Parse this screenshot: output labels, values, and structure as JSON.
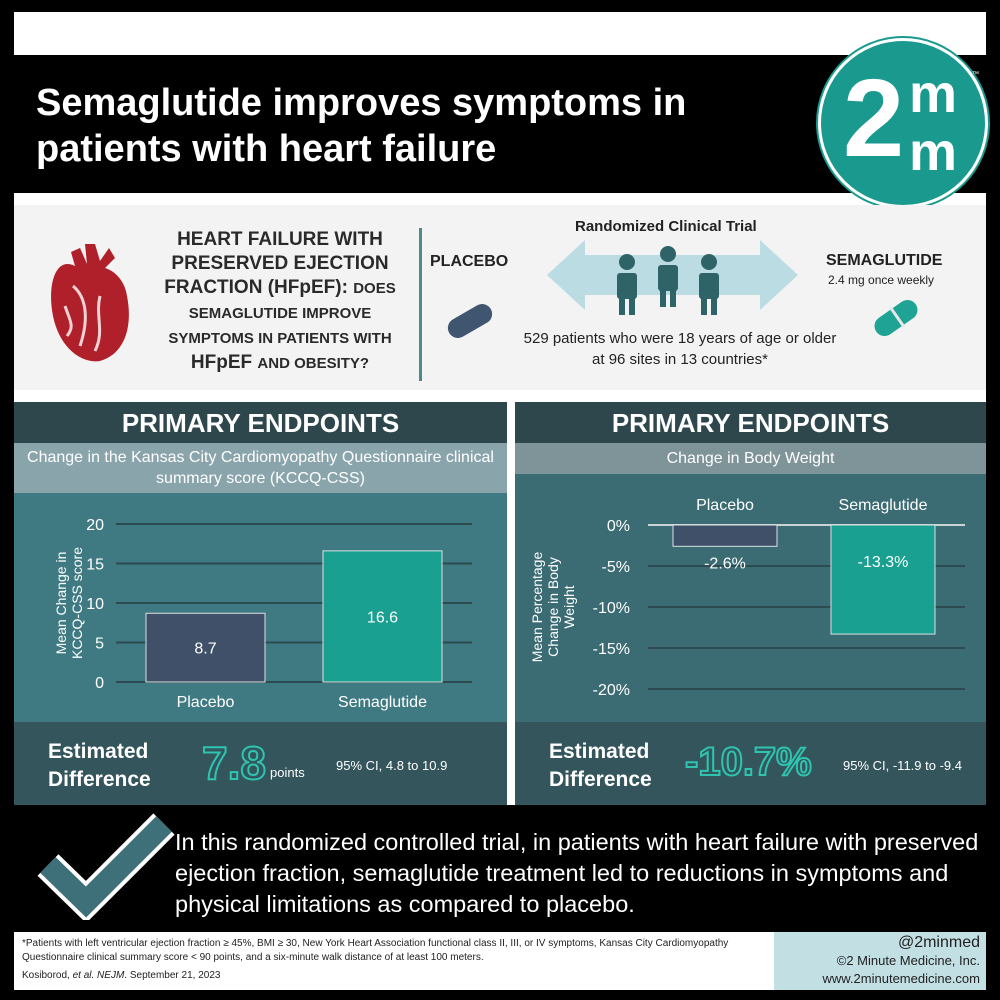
{
  "header": {
    "title": "Semaglutide improves symptoms in patients with heart failure",
    "logo": {
      "main": "2",
      "sup": "m",
      "sub": "m",
      "tm": "™"
    }
  },
  "intro": {
    "question_main": "HEART FAILURE WITH PRESERVED EJECTION FRACTION (HFpEF):",
    "question_rest": "DOES SEMAGLUTIDE IMPROVE SYMPTOMS IN PATIENTS WITH",
    "question_hfpef": "HFpEF",
    "question_end": "AND OBESITY?",
    "placebo_label": "PLACEBO",
    "trial_title": "Randomized Clinical Trial",
    "trial_desc": "529 patients who were 18 years of age or older at 96 sites in 13 countries*",
    "sema_label": "SEMAGLUTIDE",
    "sema_dose": "2.4 mg once weekly",
    "colors": {
      "heart": "#b0202a",
      "placebo": "#3f5570",
      "sema": "#1fa394",
      "arrow": "#bcdce3",
      "people": "#2e6468"
    }
  },
  "left_panel": {
    "heading": "PRIMARY ENDPOINTS",
    "subtitle": "Change in the Kansas City Cardiomyopathy Questionnaire clinical summary score (KCCQ-CSS)",
    "est_label_1": "Estimated",
    "est_label_2": "Difference",
    "est_value": "7.8",
    "est_unit": "points",
    "ci": "95% CI, 4.8 to 10.9"
  },
  "right_panel": {
    "heading": "PRIMARY ENDPOINTS",
    "subtitle": "Change in Body Weight",
    "est_label_1": "Estimated",
    "est_label_2": "Difference",
    "est_value": "-10.7%",
    "ci": "95% CI, -11.9 to -9.4"
  },
  "chart_data": [
    {
      "type": "bar",
      "title": "Change in the Kansas City Cardiomyopathy Questionnaire clinical summary score (KCCQ-CSS)",
      "categories": [
        "Placebo",
        "Semaglutide"
      ],
      "values": [
        8.7,
        16.6
      ],
      "data_labels": [
        "8.7",
        "16.6"
      ],
      "ylabel": "Mean Change in KCCQ-CSS score",
      "ylim": [
        0,
        20
      ],
      "yticks": [
        0,
        5,
        10,
        15,
        20
      ],
      "ytick_labels": [
        "0",
        "5",
        "10",
        "15",
        "20"
      ],
      "colors": [
        "#3f5068",
        "#1aa090"
      ],
      "grid": true
    },
    {
      "type": "bar",
      "title": "Change in Body Weight",
      "categories": [
        "Placebo",
        "Semaglutide"
      ],
      "values": [
        -2.6,
        -13.3
      ],
      "data_labels": [
        "-2.6%",
        "-13.3%"
      ],
      "ylabel": "Mean Percentage Change in Body Weight",
      "ylim": [
        -20,
        0
      ],
      "yticks": [
        0,
        -5,
        -10,
        -15,
        -20
      ],
      "ytick_labels": [
        "0%",
        "-5%",
        "-10%",
        "-15%",
        "-20%"
      ],
      "colors": [
        "#3f5068",
        "#1aa090"
      ],
      "grid": true
    }
  ],
  "conclusion": "In this randomized controlled trial, in patients with heart failure with preserved ejection fraction, semaglutide treatment led to reductions in symptoms and physical limitations as compared to placebo.",
  "footer": {
    "footnote": "*Patients with left ventricular ejection fraction ≥ 45%, BMI ≥ 30, New York Heart Association functional class II, III, or IV symptoms, Kansas City Cardiomyopathy Questionnaire clinical summary score < 90 points, and a six-minute walk distance of at least 100 meters.",
    "cite_author": "Kosiborod, ",
    "cite_etal": "et al. NEJM",
    "cite_date": ". September 21, 2023",
    "handle": "@2minmed",
    "copyright": "©2 Minute Medicine, Inc.",
    "website": "www.2minutemedicine.com"
  }
}
